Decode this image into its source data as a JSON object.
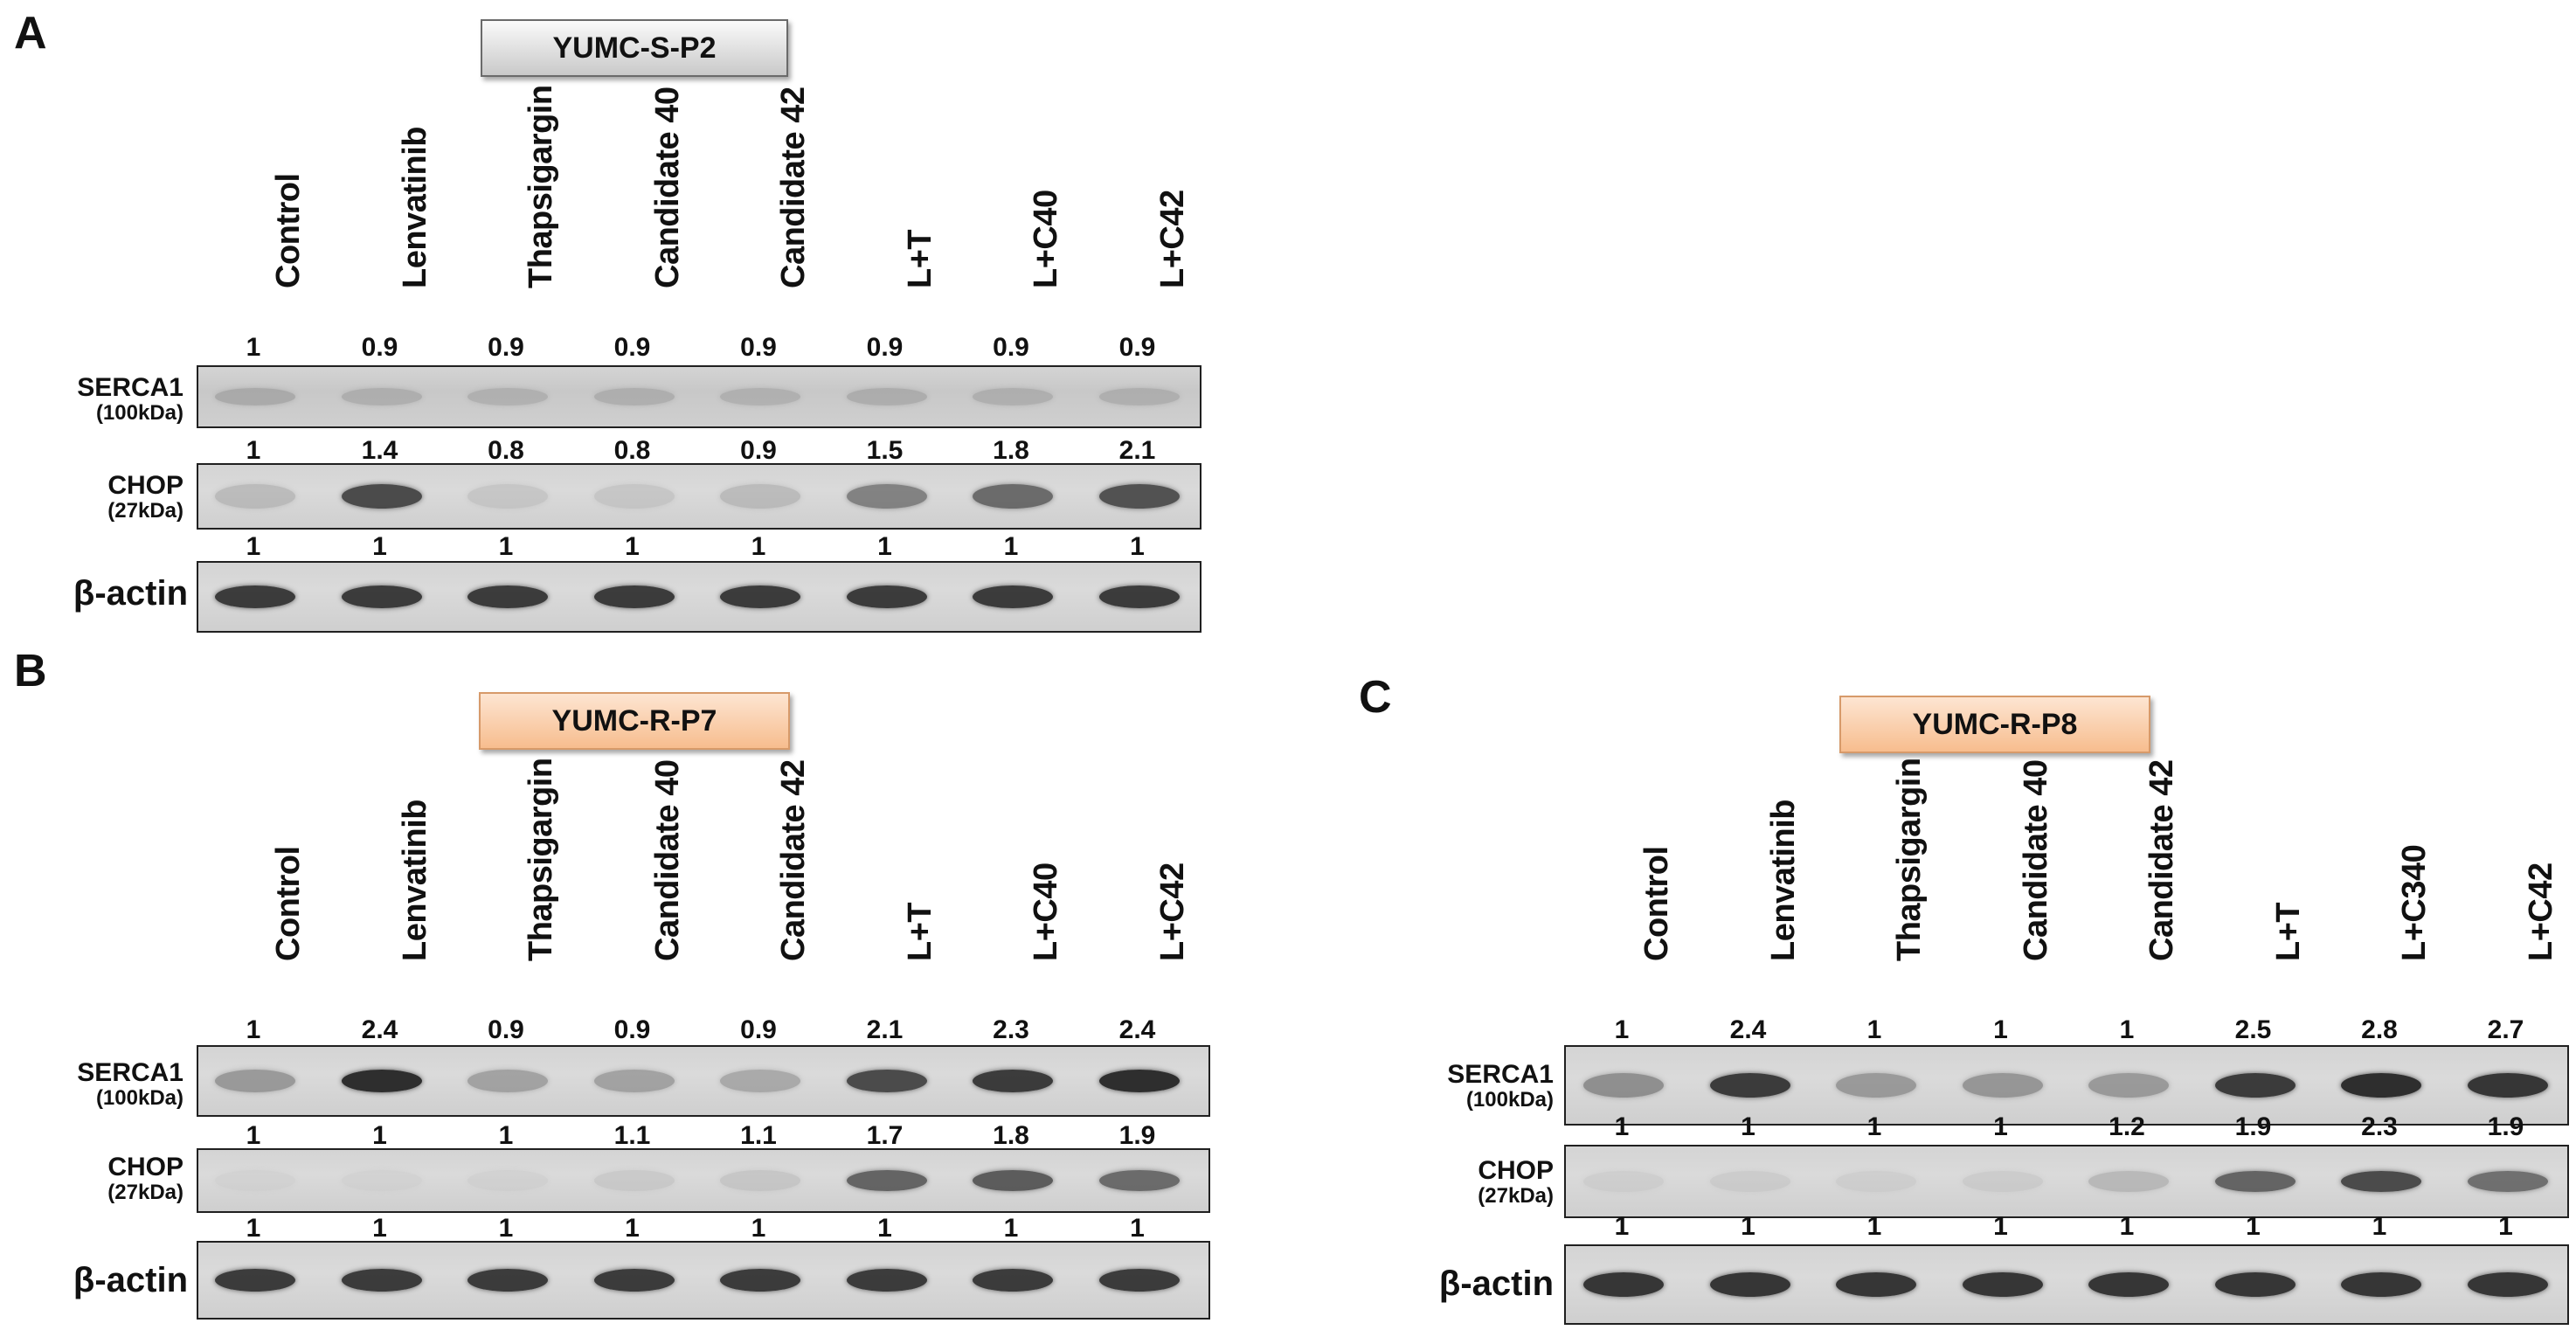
{
  "panels": [
    {
      "letter": "A",
      "cell_line": "YUMC-S-P2",
      "style": "gray",
      "lanes": [
        "Control",
        "Lenvatinib",
        "Thapsigargin",
        "Candidate 40",
        "Candidate 42",
        "L+T",
        "L+C40",
        "L+C42"
      ],
      "rows": [
        {
          "name": "SERCA1",
          "sub": "(100kDa)",
          "values": [
            "1",
            "0.9",
            "0.9",
            "0.9",
            "0.9",
            "0.9",
            "0.9",
            "0.9"
          ],
          "intensity": [
            0.35,
            0.32,
            0.3,
            0.32,
            0.3,
            0.33,
            0.31,
            0.31
          ]
        },
        {
          "name": "CHOP",
          "sub": "(27kDa)",
          "values": [
            "1",
            "1.4",
            "0.8",
            "0.8",
            "0.9",
            "1.5",
            "1.8",
            "2.1"
          ],
          "intensity": [
            0.28,
            0.85,
            0.18,
            0.18,
            0.28,
            0.62,
            0.72,
            0.82
          ]
        },
        {
          "name": "β-actin",
          "sub": "",
          "values": [
            "1",
            "1",
            "1",
            "1",
            "1",
            "1",
            "1",
            "1"
          ],
          "intensity": [
            0.9,
            0.9,
            0.9,
            0.9,
            0.9,
            0.9,
            0.9,
            0.9
          ]
        }
      ]
    },
    {
      "letter": "B",
      "cell_line": "YUMC-R-P7",
      "style": "orange",
      "lanes": [
        "Control",
        "Lenvatinib",
        "Thapsigargin",
        "Candidate 40",
        "Candidate 42",
        "L+T",
        "L+C40",
        "L+C42"
      ],
      "rows": [
        {
          "name": "SERCA1",
          "sub": "(100kDa)",
          "values": [
            "1",
            "2.4",
            "0.9",
            "0.9",
            "0.9",
            "2.1",
            "2.3",
            "2.4"
          ],
          "intensity": [
            0.5,
            0.95,
            0.45,
            0.45,
            0.4,
            0.85,
            0.9,
            0.95
          ]
        },
        {
          "name": "CHOP",
          "sub": "(27kDa)",
          "values": [
            "1",
            "1",
            "1",
            "1.1",
            "1.1",
            "1.7",
            "1.8",
            "1.9"
          ],
          "intensity": [
            0.04,
            0.04,
            0.06,
            0.15,
            0.18,
            0.75,
            0.78,
            0.72
          ]
        },
        {
          "name": "β-actin",
          "sub": "",
          "values": [
            "1",
            "1",
            "1",
            "1",
            "1",
            "1",
            "1",
            "1"
          ],
          "intensity": [
            0.9,
            0.9,
            0.9,
            0.9,
            0.9,
            0.9,
            0.9,
            0.9
          ]
        }
      ]
    },
    {
      "letter": "C",
      "cell_line": "YUMC-R-P8",
      "style": "orange",
      "lanes": [
        "Control",
        "Lenvatinib",
        "Thapsigargin",
        "Candidate 40",
        "Candidate 42",
        "L+T",
        "L+C340",
        "L+C42"
      ],
      "rows": [
        {
          "name": "SERCA1",
          "sub": "(100kDa)",
          "values": [
            "1",
            "2.4",
            "1",
            "1",
            "1",
            "2.5",
            "2.8",
            "2.7"
          ],
          "intensity": [
            0.55,
            0.9,
            0.5,
            0.52,
            0.5,
            0.9,
            0.95,
            0.92
          ]
        },
        {
          "name": "CHOP",
          "sub": "(27kDa)",
          "values": [
            "1",
            "1",
            "1",
            "1",
            "1.2",
            "1.9",
            "2.3",
            "1.9"
          ],
          "intensity": [
            0.1,
            0.12,
            0.1,
            0.12,
            0.3,
            0.75,
            0.85,
            0.7
          ]
        },
        {
          "name": "β-actin",
          "sub": "",
          "values": [
            "1",
            "1",
            "1",
            "1",
            "1",
            "1",
            "1",
            "1"
          ],
          "intensity": [
            0.92,
            0.92,
            0.92,
            0.92,
            0.92,
            0.92,
            0.92,
            0.92
          ]
        }
      ]
    }
  ]
}
